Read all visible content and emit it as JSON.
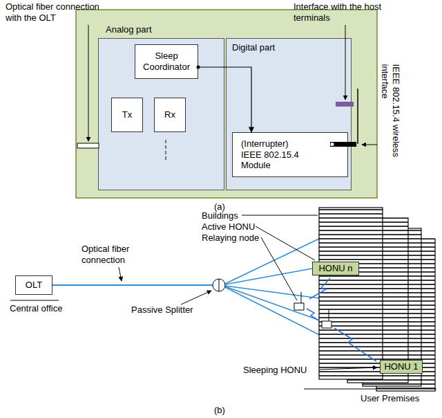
{
  "diagram": {
    "nodes": [
      {
        "text": [
          "Analog part"
        ]
      },
      {
        "text": [
          "Sleep Coordinator"
        ],
        "in": 0
      },
      {
        "text": [
          "Tx"
        ],
        "in": 0
      },
      {
        "text": [
          "Rx"
        ],
        "in": 0
      },
      {
        "text": [
          "Digital part"
        ]
      },
      {
        "text": [
          "(Interrupter) IEEE 802.15.4 Module"
        ],
        "in": 4
      },
      {
        "text": [
          "OLT"
        ]
      },
      {
        "text": [
          "HONU n"
        ]
      },
      {
        "text": [
          "HONU 1"
        ]
      }
    ],
    "edges": [
      {
        "from": 1,
        "to": 5,
        "arrow": "to"
      }
    ],
    "labels": [
      "Optical fiber connection with the OLT",
      "Interface with the host terminals",
      "IEEE 802.15.4 wireless interface",
      "(a)",
      "Optical fiber connection",
      "Passive Splitter",
      "Central office",
      "Buildings",
      "Active HONU",
      "Relaying node",
      "Sleeping HONU",
      "User Premises",
      "(b)"
    ]
  }
}
